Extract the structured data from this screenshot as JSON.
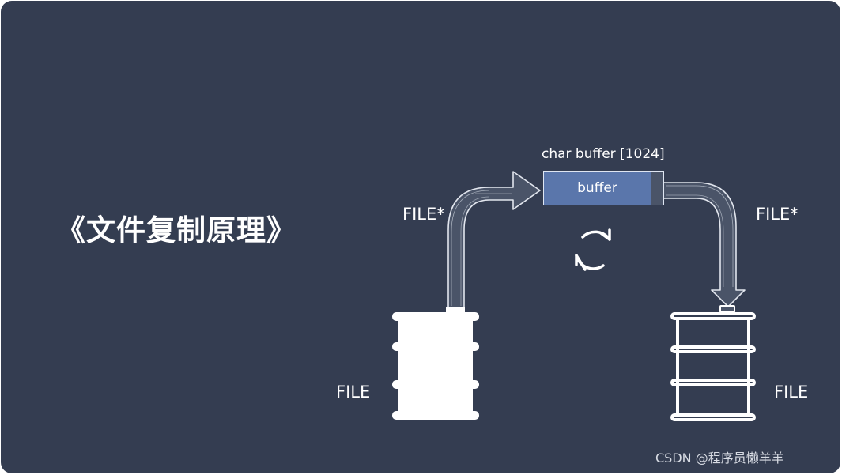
{
  "title": "《文件复制原理》",
  "buffer": {
    "declaration": "char buffer [1024]",
    "label": "buffer"
  },
  "labels": {
    "left_pointer": "FILE*",
    "right_pointer": "FILE*",
    "left_file": "FILE",
    "right_file": "FILE"
  },
  "icons": [
    "refresh-icon",
    "barrel-icon",
    "arrow-icon"
  ],
  "watermark": "CSDN @程序员懒羊羊",
  "colors": {
    "background": "#343d51",
    "buffer_fill": "#5a76ab",
    "arrow_fill": "#4a5468",
    "foreground": "#ffffff"
  }
}
